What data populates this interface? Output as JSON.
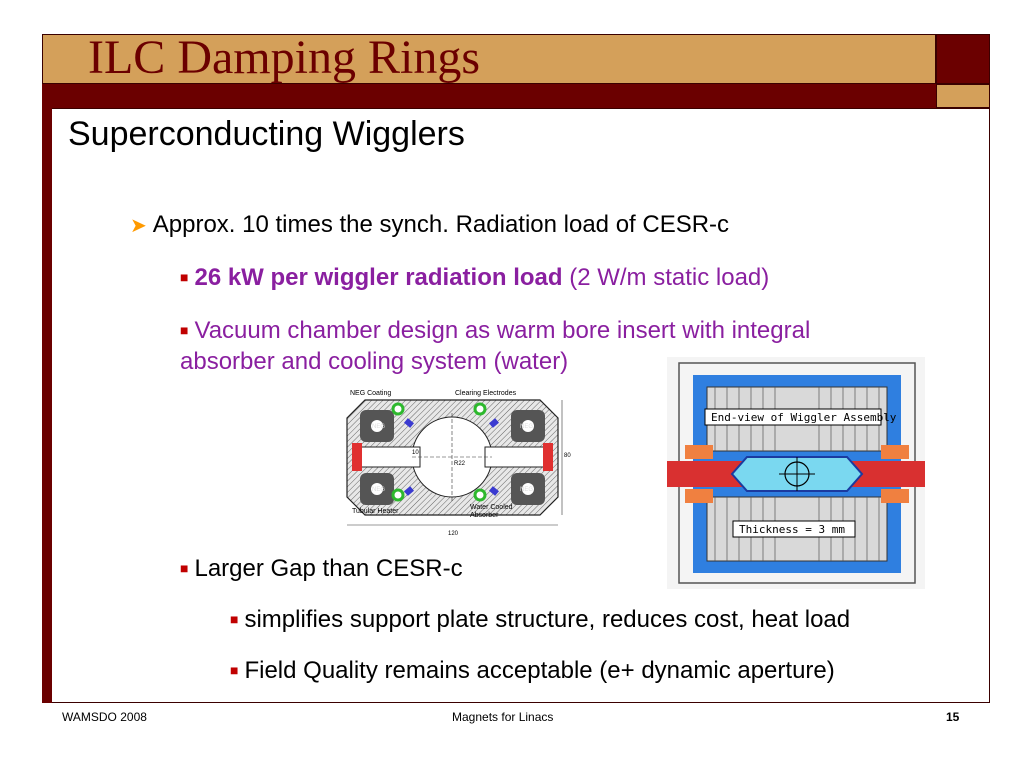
{
  "slide": {
    "title": "ILC Damping Rings",
    "subtitle": "Superconducting Wigglers"
  },
  "bullets": {
    "b1": "Approx. 10 times the synch. Radiation load of CESR-c",
    "b2_bold": "26 kW per wiggler radiation load",
    "b2_rest": " (2 W/m static load)",
    "b3_line1": "Vacuum chamber design as warm bore insert with integral",
    "b3_line2": "absorber and cooling system (water)",
    "b4": "Larger Gap than CESR-c",
    "b5": "simplifies support plate structure, reduces cost, heat load",
    "b6": "Field Quality remains acceptable (e+ dynamic aperture)"
  },
  "figure_left": {
    "label_neg_coating": "NEG Coating",
    "label_clearing": "Clearing Electrodes",
    "label_tubular": "Tubular Heater",
    "label_water": "Water Cooled",
    "label_absorber": "Absorber",
    "label_neg": "NEG",
    "dim_10": "10",
    "dim_r22": "R22",
    "dim_80": "80",
    "dim_120": "120"
  },
  "figure_right": {
    "label_endview": "End-view of Wiggler Assembly",
    "label_thickness": "Thickness = 3 mm"
  },
  "footer": {
    "left": "WAMSDO 2008",
    "center": "Magnets for Linacs",
    "page": "15"
  },
  "colors": {
    "title": "#6b0000",
    "band": "#d4a05a",
    "accent_purple": "#8a1fa0",
    "bullet_orange": "#ff9a00",
    "bullet_red": "#c00000"
  }
}
